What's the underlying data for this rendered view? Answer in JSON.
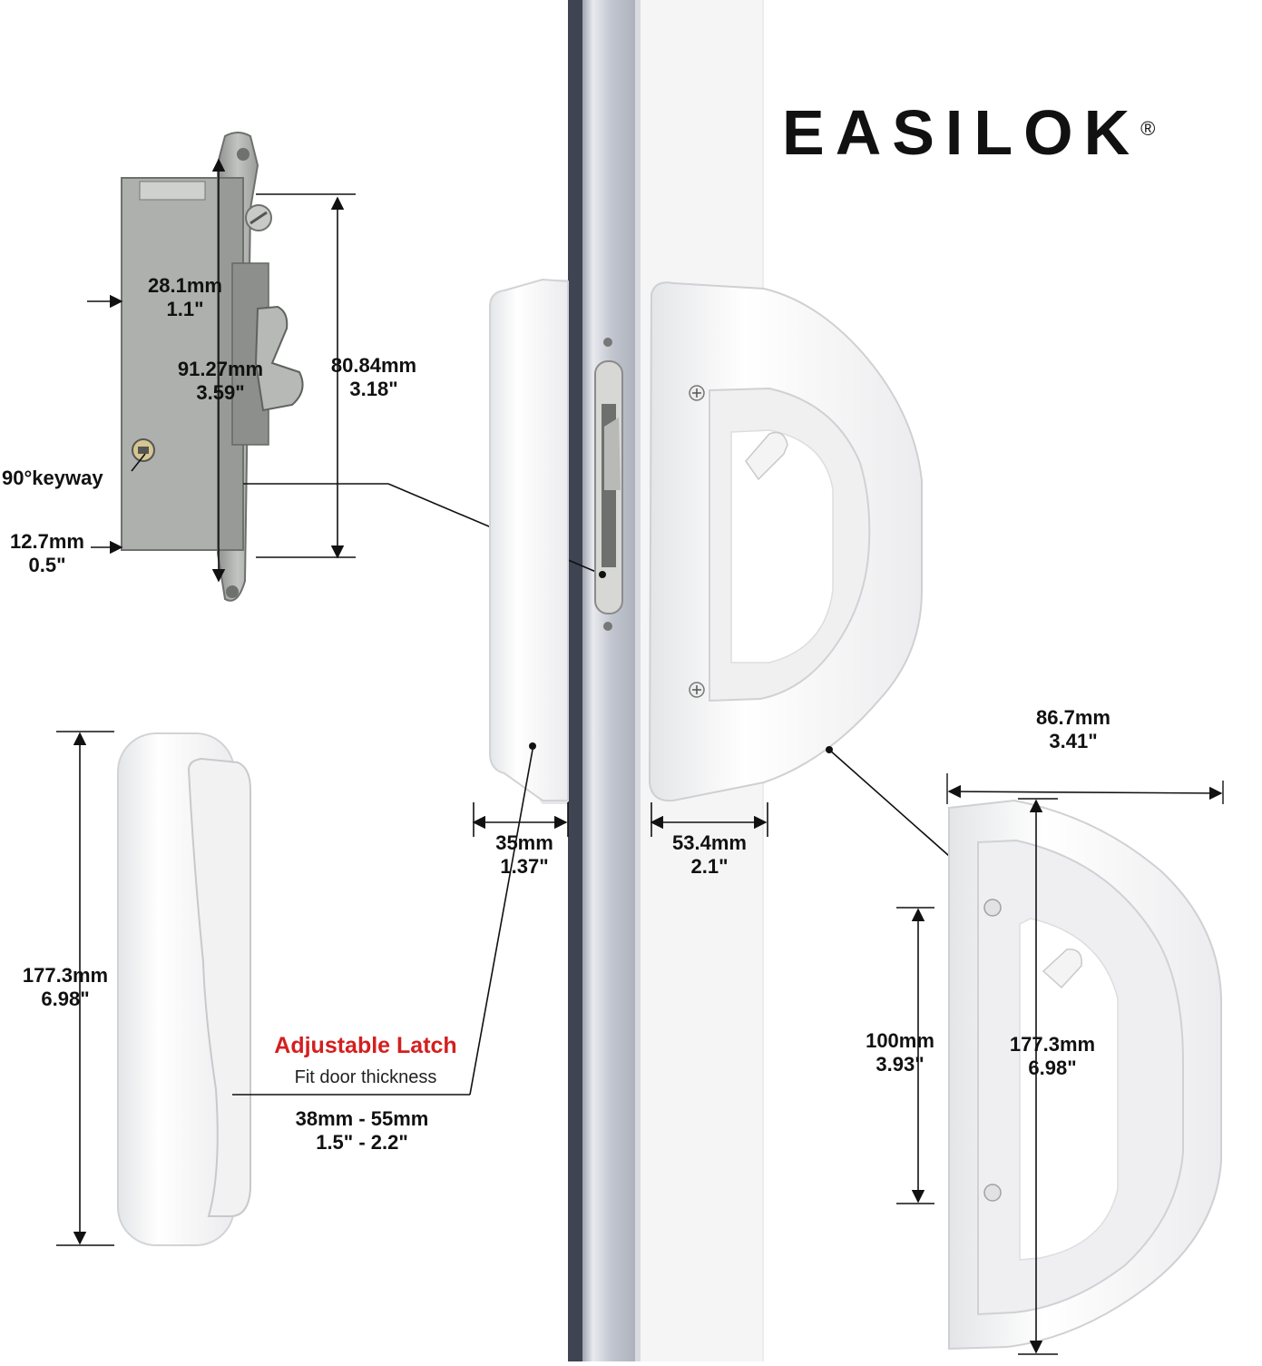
{
  "brand": {
    "name": "EASILOK",
    "registered_mark": "®"
  },
  "colors": {
    "accent_red": "#d41f1f",
    "text": "#111111",
    "handle_white": "#f7f7f7",
    "door_frame": "#c4c8d2",
    "metal": "#a8aaa8"
  },
  "mortise": {
    "width": {
      "mm": "28.1mm",
      "in": "1.1\""
    },
    "height": {
      "mm": "91.27mm",
      "in": "3.59\""
    },
    "hook_span": {
      "mm": "80.84mm",
      "in": "3.18\""
    },
    "keyway": "90°keyway",
    "backset": {
      "mm": "12.7mm",
      "in": "0.5\""
    }
  },
  "inside_pull": {
    "height": {
      "mm": "177.3mm",
      "in": "6.98\""
    }
  },
  "door": {
    "inside_depth": {
      "mm": "35mm",
      "in": "1.37\""
    },
    "outside_depth": {
      "mm": "53.4mm",
      "in": "2.1\""
    }
  },
  "latch": {
    "title": "Adjustable Latch",
    "subtitle": "Fit door thickness",
    "range": {
      "mm": "38mm - 55mm",
      "in": "1.5\" - 2.2\""
    }
  },
  "outside_handle": {
    "width": {
      "mm": "86.7mm",
      "in": "3.41\""
    },
    "hole_spacing": {
      "mm": "100mm",
      "in": "3.93\""
    },
    "height": {
      "mm": "177.3mm",
      "in": "6.98\""
    }
  }
}
